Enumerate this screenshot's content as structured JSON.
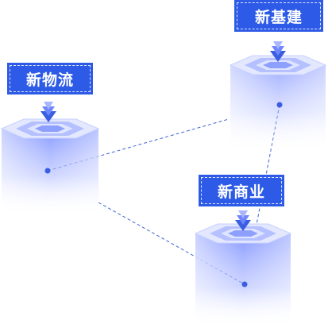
{
  "nodes": [
    {
      "id": "xinwuliu",
      "label": "新物流"
    },
    {
      "id": "xinjijian",
      "label": "新基建"
    },
    {
      "id": "xinshangye",
      "label": "新商业"
    }
  ],
  "links": [
    {
      "from": "xinwuliu",
      "to": "xinjijian"
    },
    {
      "from": "xinwuliu",
      "to": "xinshangye"
    },
    {
      "from": "xinjijian",
      "to": "xinshangye"
    }
  ],
  "colors": {
    "tag_fill": "#2d5ae6",
    "link": "#3d63d8",
    "prism_top": "#e3e8ff",
    "prism_body": "#8a9bff",
    "dot": "#3a5ee0"
  }
}
